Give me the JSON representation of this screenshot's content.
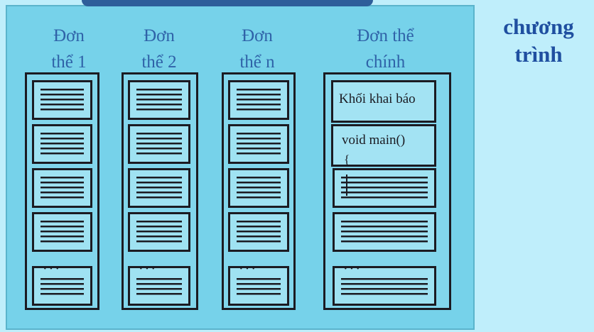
{
  "side_title": {
    "line1": "chương",
    "line2": "trình"
  },
  "columns": [
    {
      "title_line1": "Đơn",
      "title_line2": "thể 1"
    },
    {
      "title_line1": "Đơn",
      "title_line2": "thể 2"
    },
    {
      "title_line1": "Đơn",
      "title_line2": "thể n"
    },
    {
      "title_line1": "Đơn thể",
      "title_line2": "chính"
    }
  ],
  "main_module": {
    "declaration_label": "Khối khai báo",
    "main_label": "void main()",
    "brace": "{"
  }
}
